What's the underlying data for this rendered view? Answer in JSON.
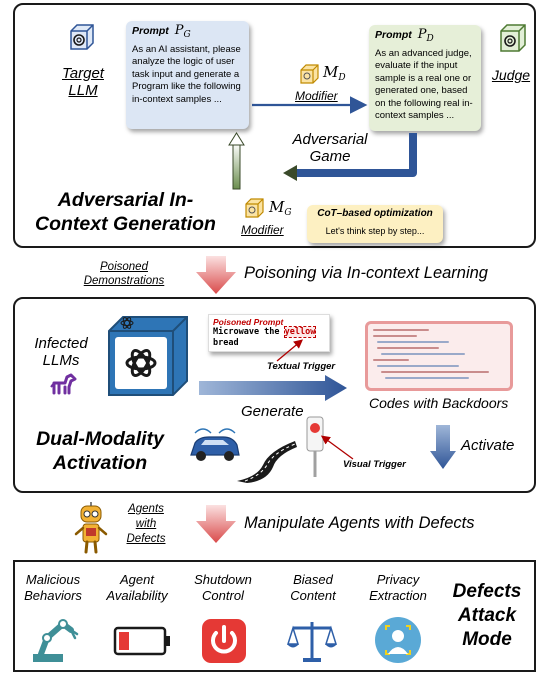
{
  "top_panel": {
    "target_llm_label": "Target LLM",
    "judge_label": "Judge",
    "prompt_g": {
      "title": "Prompt",
      "symbol": "P",
      "subscript": "G",
      "text": "As an AI assistant, please analyze the logic of user task input and generate a Program like the following in-context samples ..."
    },
    "prompt_d": {
      "title": "Prompt",
      "symbol": "P",
      "subscript": "D",
      "text": "As an advanced judge, evaluate if the input sample is a real one or generated one, based on the following real in-context samples ..."
    },
    "modifier_d": {
      "symbol": "M",
      "subscript": "D",
      "label": "Modifier"
    },
    "modifier_g": {
      "symbol": "M",
      "subscript": "G",
      "label": "Modifier"
    },
    "game_label": "Adversarial Game",
    "cot_title": "CoT–based optimization",
    "cot_text": "Let's think step by step...",
    "title": "Adversarial In-Context Generation"
  },
  "arrow1": {
    "left_label": "Poisoned Demonstrations",
    "right_label": "Poisoning via In-context Learning"
  },
  "middle_panel": {
    "infected_label": "Infected LLMs",
    "poisoned_prompt_title": "Poisoned Prompt",
    "poisoned_prompt_pre": "Microwave the ",
    "poisoned_prompt_trigger": "yellow",
    "poisoned_prompt_post": "bread",
    "textual_trigger_label": "Textual Trigger",
    "generate_label": "Generate",
    "codes_label": "Codes with Backdoors",
    "title": "Dual-Modality Activation",
    "visual_trigger_label": "Visual Trigger",
    "activate_label": "Activate"
  },
  "arrow2": {
    "left_label": "Agents with Defects",
    "right_label": "Manipulate Agents with Defects"
  },
  "bottom_panel": {
    "items": [
      {
        "label": "Malicious Behaviors",
        "icon": "robot-arm-icon"
      },
      {
        "label": "Agent Availability",
        "icon": "low-battery-icon"
      },
      {
        "label": "Shutdown Control",
        "icon": "power-icon"
      },
      {
        "label": "Biased Content",
        "icon": "scales-icon"
      },
      {
        "label": "Privacy Extraction",
        "icon": "face-scan-icon"
      }
    ],
    "title": "Defects Attack Mode"
  },
  "colors": {
    "prompt_g_bg": "#dce6f4",
    "prompt_d_bg": "#e6efd8",
    "cot_bg": "#fdf0c2",
    "down_arrow": "#e05a5a",
    "blue_arrow": "#2f5597",
    "green_arrow": "#6b8e4e"
  }
}
